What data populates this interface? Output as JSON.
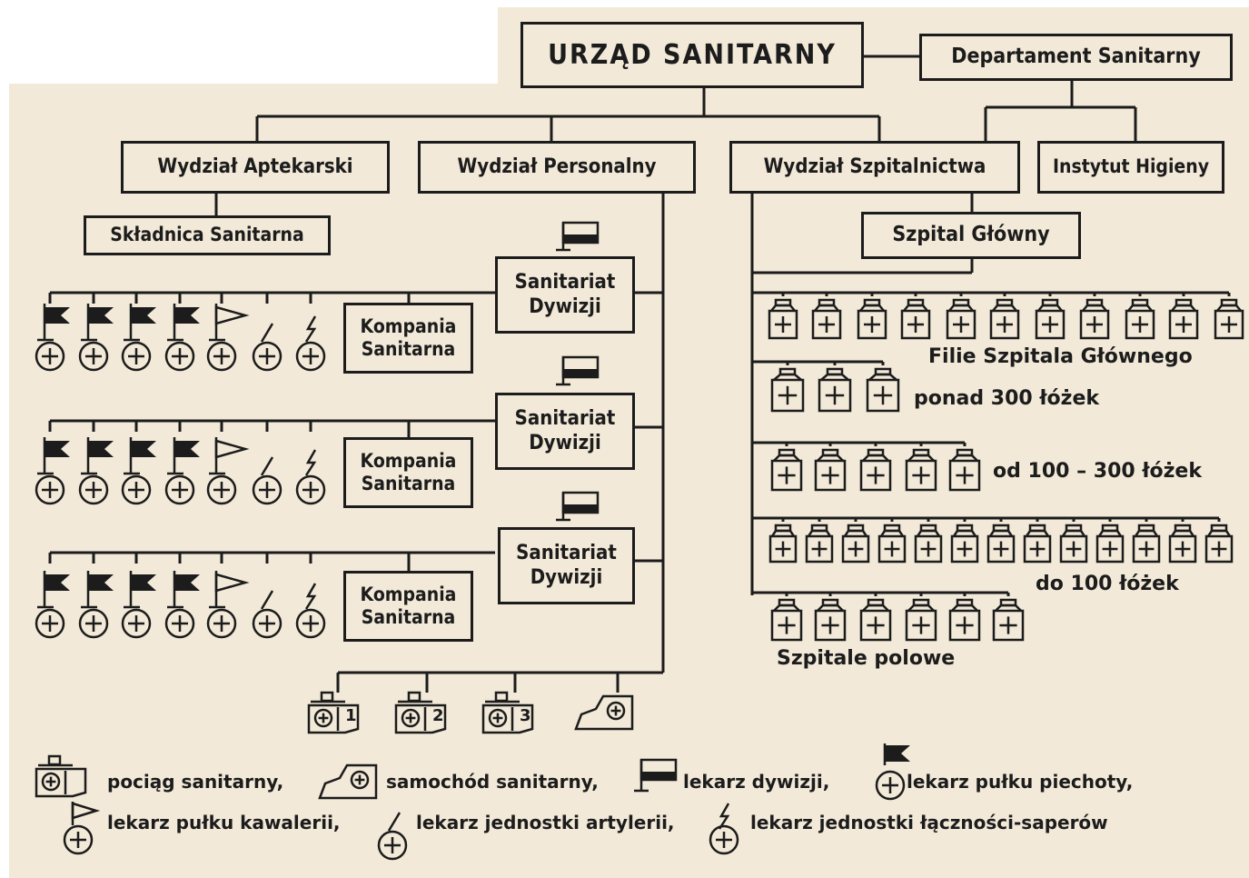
{
  "boxes": {
    "urzad": "URZĄD  SANITARNY",
    "departament": "Departament Sanitarny",
    "aptekarski": "Wydział Aptekarski",
    "personalny": "Wydział Personalny",
    "szpitalnictwa": "Wydział Szpitalnictwa",
    "higieny": "Instytut Higieny",
    "skladnica": "Składnica Sanitarna",
    "szpital_glowny": "Szpital Główny",
    "sanitariat": "Sanitariat\nDywizji",
    "kompania": "Kompania\nSanitarna"
  },
  "labels": {
    "filie": "Filie  Szpitala Głównego",
    "ponad300": "ponad 300 łóżek",
    "od100_300": "od  100 – 300 łóżek",
    "do100": "do 100 łóżek",
    "polowe": "Szpitale polowe"
  },
  "trains": [
    "1",
    "2",
    "3"
  ],
  "legend": {
    "train": "pociąg sanitarny,",
    "ambulance": "samochód sanitarny,",
    "division_doctor": "lekarz dywizji,",
    "infantry_doctor": "lekarz pułku piechoty,",
    "cavalry_doctor": "lekarz pułku kawalerii,",
    "artillery_doctor": "lekarz jednostki artylerii,",
    "signals_doctor": "lekarz jednostki łączności-saperów"
  },
  "colors": {
    "paper": "#f2e9d8",
    "ink": "#1c1c1c"
  }
}
